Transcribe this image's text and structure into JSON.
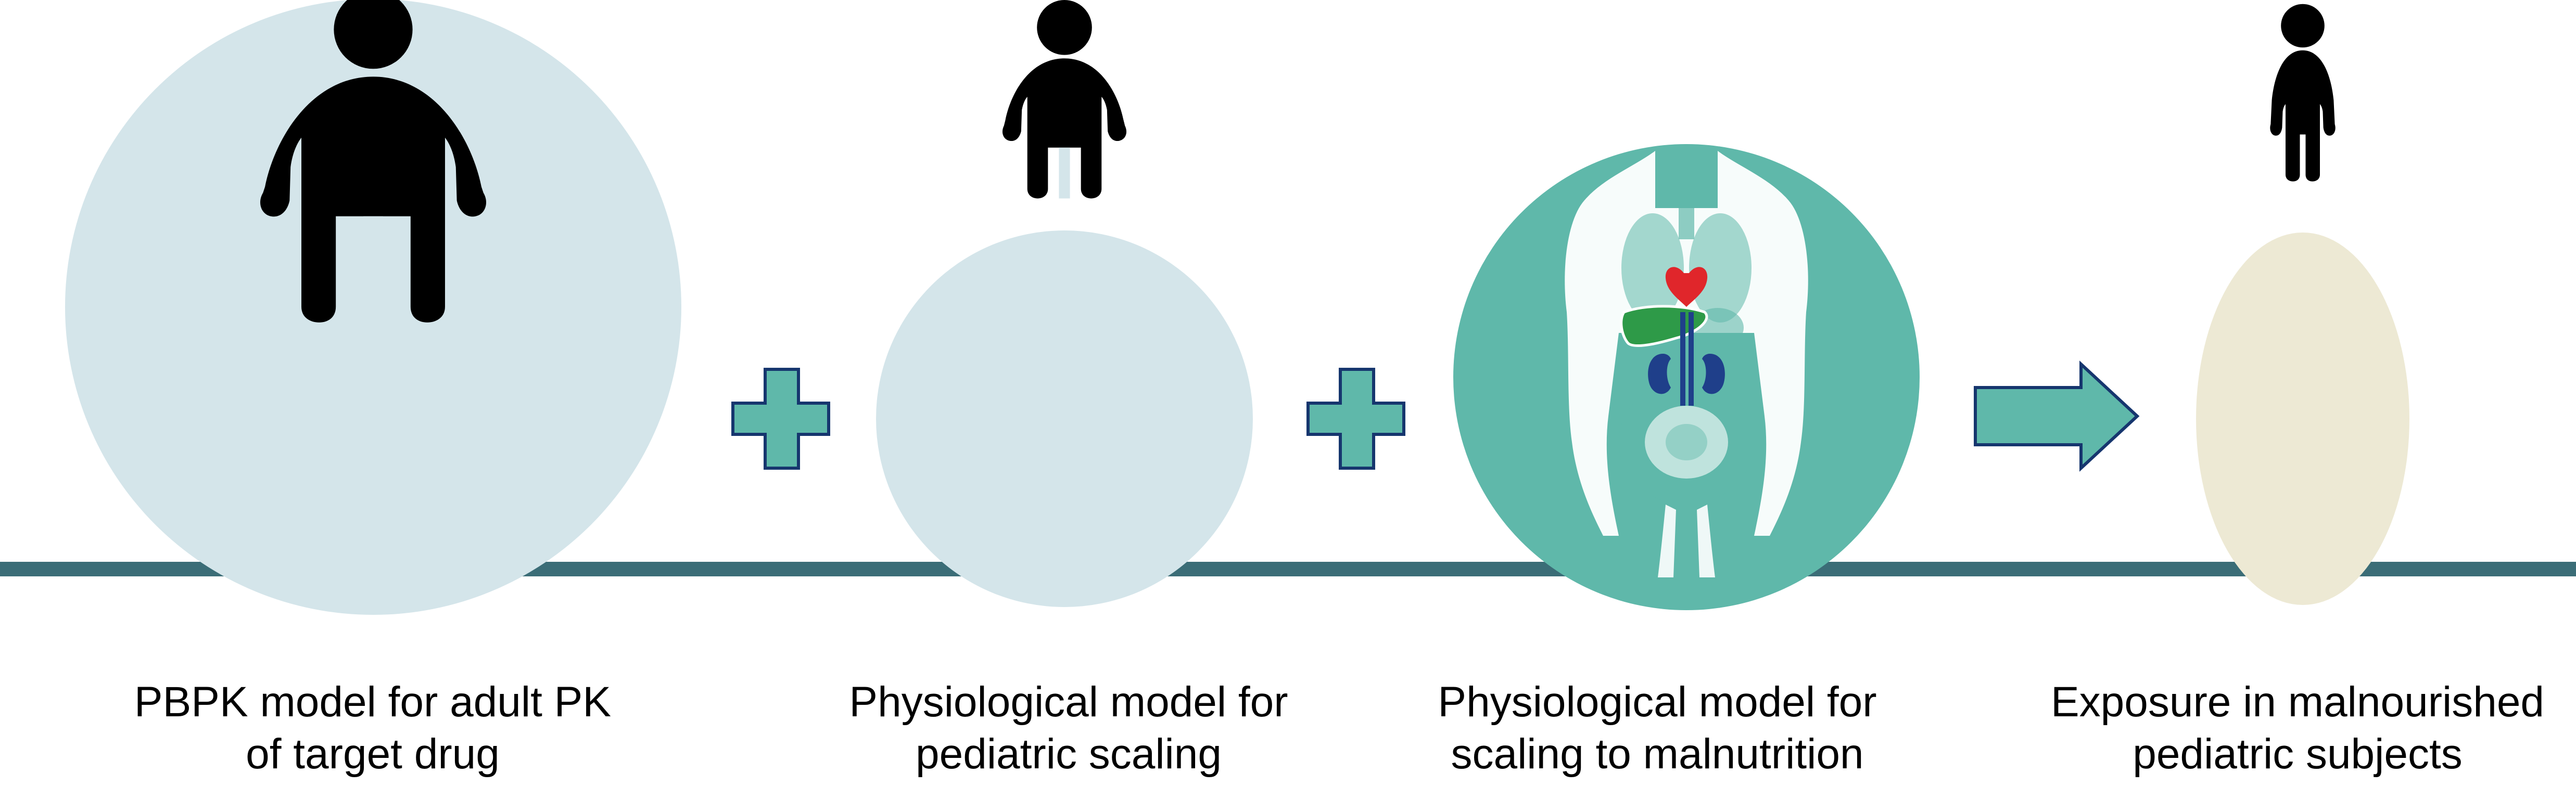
{
  "colors": {
    "adult_circle": "#d4e5ea",
    "child_circle": "#d4e5ea",
    "body_circle": "#5fb8aa",
    "result_ellipse": "#ede9d4",
    "baseline": "#3b6d77",
    "plus_fill": "#5fb8aa",
    "plus_stroke": "#16366e",
    "arrow_fill": "#5fb8aa",
    "arrow_stroke": "#16366e",
    "figure": "#000000",
    "heart": "#e0262b",
    "liver": "#2e9a48",
    "kidney": "#1f3f8a",
    "organ_outline": "#ffffff"
  },
  "icons": {
    "adult": "adult-person-icon",
    "child": "child-person-icon",
    "body": "human-body-organs-icon",
    "result": "malnourished-child-icon",
    "plus": "plus-icon",
    "arrow": "right-arrow-icon"
  },
  "steps": [
    {
      "line1": "PBPK model for adult PK",
      "line2": "of target drug"
    },
    {
      "line1": "Physiological model for",
      "line2": "pediatric scaling"
    },
    {
      "line1": "Physiological model for",
      "line2": "scaling to malnutrition"
    },
    {
      "line1": "Exposure in malnourished",
      "line2": "pediatric subjects"
    }
  ]
}
